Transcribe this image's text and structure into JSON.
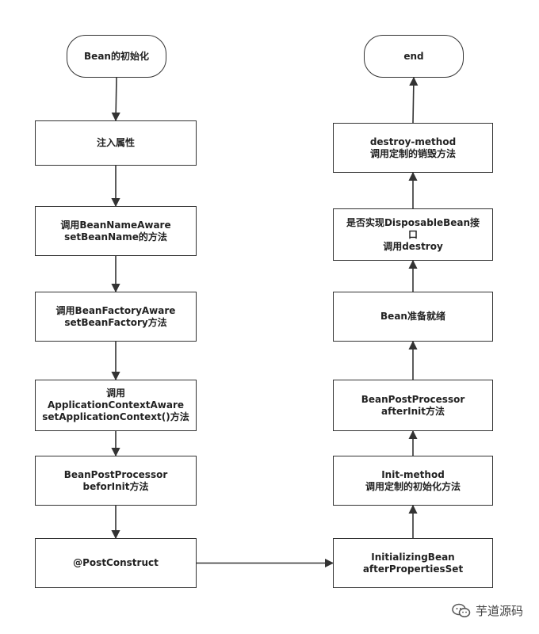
{
  "nodes": {
    "start": {
      "lines": [
        "Bean的初始化"
      ]
    },
    "inject": {
      "lines": [
        "注入属性"
      ]
    },
    "bean_name_aware": {
      "lines": [
        "调用BeanNameAware",
        "setBeanName的方法"
      ]
    },
    "bean_factory_aware": {
      "lines": [
        "调用BeanFactoryAware",
        "setBeanFactory方法"
      ]
    },
    "app_context_aware": {
      "lines": [
        "调用",
        "ApplicationContextAware",
        "setApplicationContext()方法"
      ]
    },
    "before_init": {
      "lines": [
        "BeanPostProcessor",
        "beforInit方法"
      ]
    },
    "post_construct": {
      "lines": [
        "@PostConstruct"
      ]
    },
    "initializing_bean": {
      "lines": [
        "InitializingBean",
        "afterPropertiesSet"
      ]
    },
    "init_method": {
      "lines": [
        "Init-method",
        "调用定制的初始化方法"
      ]
    },
    "after_init": {
      "lines": [
        "BeanPostProcessor",
        "afterInit方法"
      ]
    },
    "ready": {
      "lines": [
        "Bean准备就绪"
      ]
    },
    "disposable": {
      "lines": [
        "是否实现DisposableBean接",
        "口",
        "调用destroy"
      ]
    },
    "destroy_method": {
      "lines": [
        "destroy-method",
        "调用定制的销毁方法"
      ]
    },
    "end": {
      "lines": [
        "end"
      ]
    }
  },
  "edges": [
    [
      "start",
      "inject"
    ],
    [
      "inject",
      "bean_name_aware"
    ],
    [
      "bean_name_aware",
      "bean_factory_aware"
    ],
    [
      "bean_factory_aware",
      "app_context_aware"
    ],
    [
      "app_context_aware",
      "before_init"
    ],
    [
      "before_init",
      "post_construct"
    ],
    [
      "post_construct",
      "initializing_bean"
    ],
    [
      "initializing_bean",
      "init_method"
    ],
    [
      "init_method",
      "after_init"
    ],
    [
      "after_init",
      "ready"
    ],
    [
      "ready",
      "disposable"
    ],
    [
      "disposable",
      "destroy_method"
    ],
    [
      "destroy_method",
      "end"
    ]
  ],
  "colors": {
    "stroke": "#333333",
    "text": "#222222"
  },
  "watermark": {
    "text": "芋道源码",
    "icon": "wechat-icon"
  }
}
